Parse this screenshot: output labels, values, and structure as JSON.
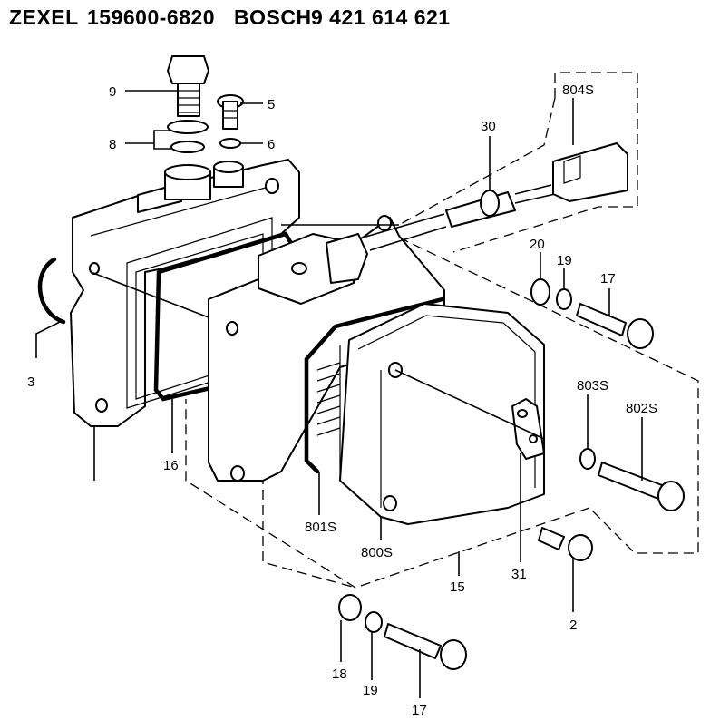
{
  "header": {
    "brand_a": "ZEXEL",
    "part_a": "159600-6820",
    "brand_b": "BOSCH",
    "part_b": "9 421 614 621"
  },
  "callouts": {
    "c9": "9",
    "c5": "5",
    "c8": "8",
    "c6": "6",
    "c804s": "804S",
    "c30": "30",
    "c20": "20",
    "c19a": "19",
    "c17a": "17",
    "c3": "3",
    "c803s": "803S",
    "c802s": "802S",
    "c16": "16",
    "c801s": "801S",
    "c800s": "800S",
    "c15": "15",
    "c31": "31",
    "c2": "2",
    "c18": "18",
    "c19b": "19",
    "c17b": "17"
  },
  "colors": {
    "ink": "#000000",
    "paper": "#ffffff"
  }
}
